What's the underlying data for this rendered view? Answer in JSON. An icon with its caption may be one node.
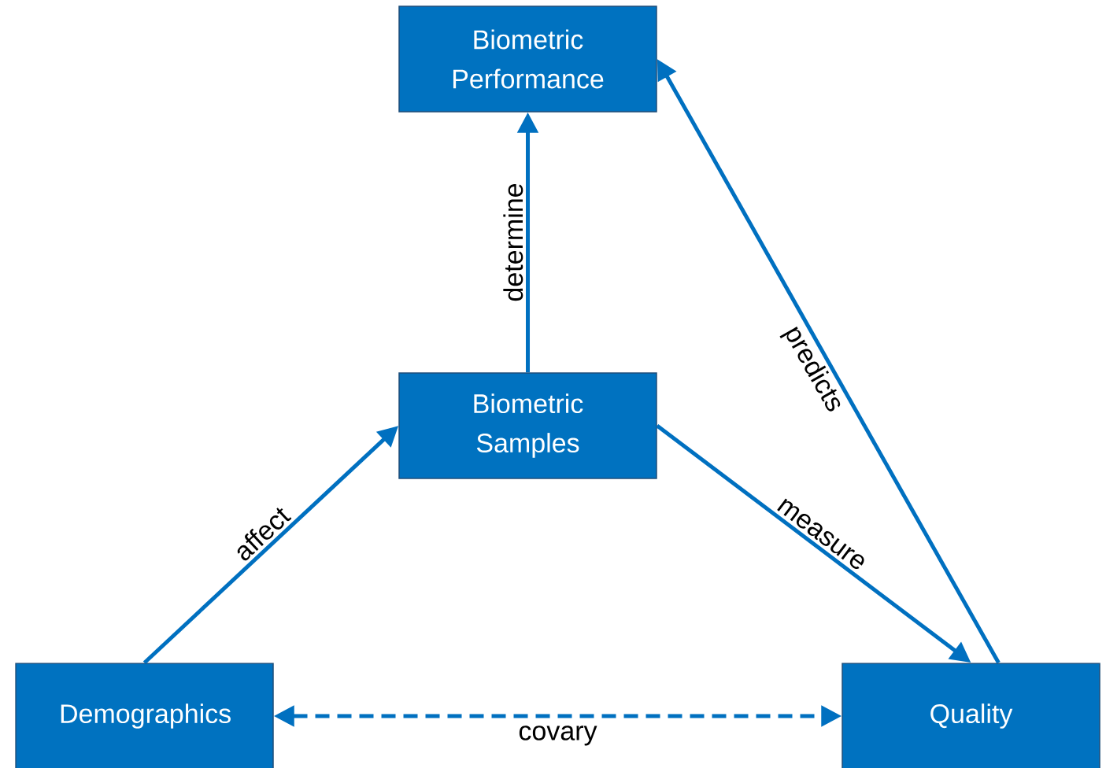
{
  "diagram": {
    "nodes": [
      {
        "text": [
          "Biometric Performance"
        ]
      },
      {
        "text": [
          "Biometric Samples"
        ]
      },
      {
        "text": [
          "Demographics"
        ]
      },
      {
        "text": [
          "Quality"
        ]
      }
    ],
    "edges": [
      {
        "from": 1,
        "to": 0,
        "arrow": "to",
        "label": "determine"
      },
      {
        "from": 2,
        "to": 1,
        "arrow": "to",
        "label": "affect"
      },
      {
        "from": 1,
        "to": 3,
        "arrow": "to",
        "label": "measure"
      },
      {
        "from": 3,
        "to": 0,
        "arrow": "to",
        "label": "predicts"
      },
      {
        "from": 2,
        "to": 3,
        "arrow": "both",
        "label": "covary",
        "style": "dashed"
      }
    ]
  }
}
